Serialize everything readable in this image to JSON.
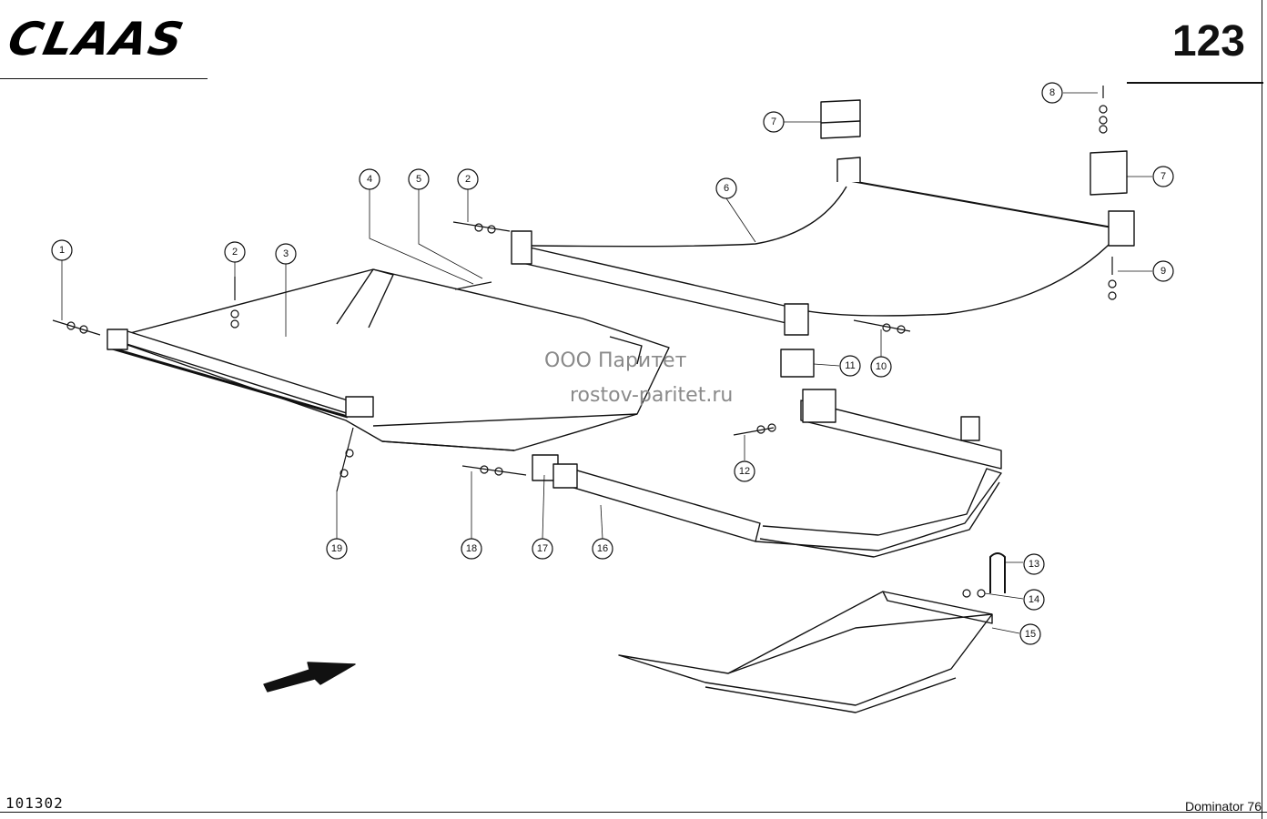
{
  "header": {
    "brand": "CLAAS",
    "page_number": "123"
  },
  "footer": {
    "drawing_number": "101302",
    "model": "Dominator 76"
  },
  "watermark": {
    "line1": "ООО Паритет",
    "line2": "rostov-paritet.ru"
  },
  "callouts": [
    "1",
    "2",
    "2",
    "3",
    "4",
    "5",
    "6",
    "7",
    "7",
    "8",
    "9",
    "10",
    "11",
    "12",
    "13",
    "14",
    "15",
    "16",
    "17",
    "18",
    "19"
  ]
}
